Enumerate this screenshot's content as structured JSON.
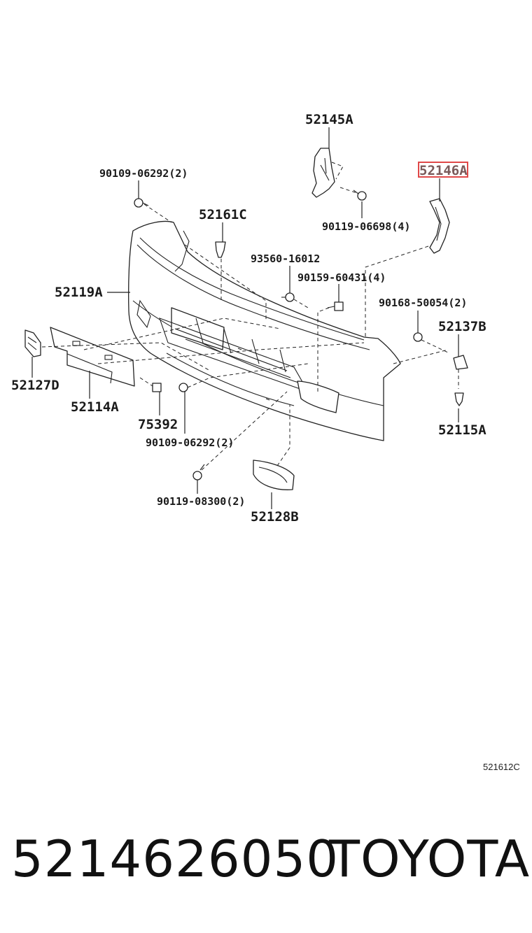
{
  "diagram": {
    "labels": {
      "p52145A": "52145A",
      "p52146A": "52146A",
      "p90109_06292_top": "90109-06292(2)",
      "p52161C": "52161C",
      "p90119_06698": "90119-06698(4)",
      "p93560_16012": "93560-16012",
      "p90159_60431": "90159-60431(4)",
      "p52119A": "52119A",
      "p90168_50054": "90168-50054(2)",
      "p52137B": "52137B",
      "p52127D": "52127D",
      "p52114A": "52114A",
      "p75392": "75392",
      "p90109_06292_mid": "90109-06292(2)",
      "p52115A": "52115A",
      "p90119_08300": "90119-08300(2)",
      "p52128B": "52128B"
    },
    "highlighted_part": "52146A",
    "highlight_color": "#e04848",
    "figure_ref": "521612C"
  },
  "footer": {
    "part_number": "5214626050",
    "brand": "TOYOTA"
  }
}
